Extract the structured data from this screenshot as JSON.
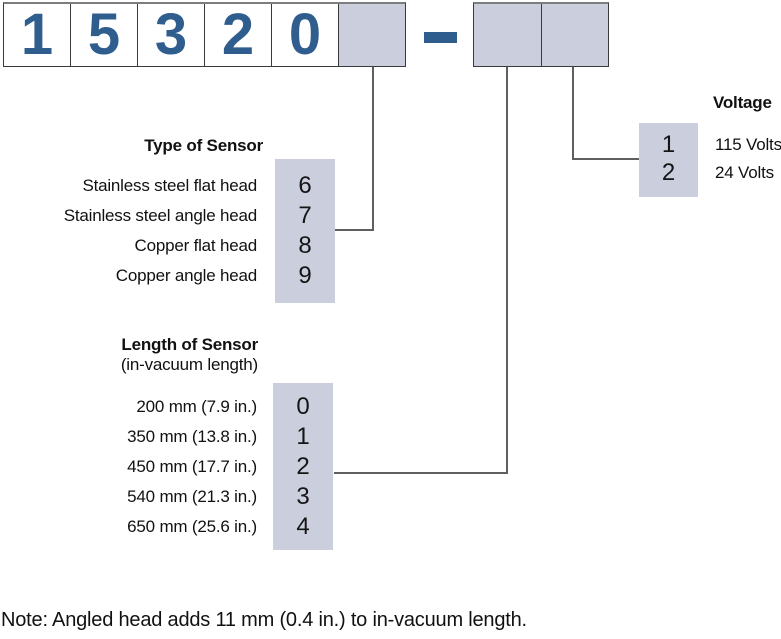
{
  "part_number": {
    "prefix_digits": [
      "1",
      "5",
      "3",
      "2",
      "0"
    ],
    "separator_dash": "–"
  },
  "sections": {
    "type_of_sensor": {
      "title": "Type of Sensor",
      "options": [
        {
          "label": "Stainless steel flat head",
          "code": "6"
        },
        {
          "label": "Stainless steel angle head",
          "code": "7"
        },
        {
          "label": "Copper flat head",
          "code": "8"
        },
        {
          "label": "Copper angle head",
          "code": "9"
        }
      ]
    },
    "length_of_sensor": {
      "title": "Length of Sensor",
      "subtitle": "(in-vacuum length)",
      "options": [
        {
          "label": "200 mm (7.9 in.)",
          "code": "0"
        },
        {
          "label": "350 mm (13.8 in.)",
          "code": "1"
        },
        {
          "label": "450 mm (17.7 in.)",
          "code": "2"
        },
        {
          "label": "540 mm (21.3 in.)",
          "code": "3"
        },
        {
          "label": "650 mm (25.6 in.)",
          "code": "4"
        }
      ]
    },
    "voltage": {
      "title": "Voltage",
      "options": [
        {
          "code": "1",
          "label": "115 Volts"
        },
        {
          "code": "2",
          "label": "24 Volts"
        }
      ]
    }
  },
  "note": "Note: Angled head adds 11 mm (0.4 in.) to in-vacuum length.",
  "colors": {
    "accent_blue": "#2f5d8d",
    "option_box_fill": "#cbcedd",
    "connector_gray": "#5f5f5f"
  }
}
